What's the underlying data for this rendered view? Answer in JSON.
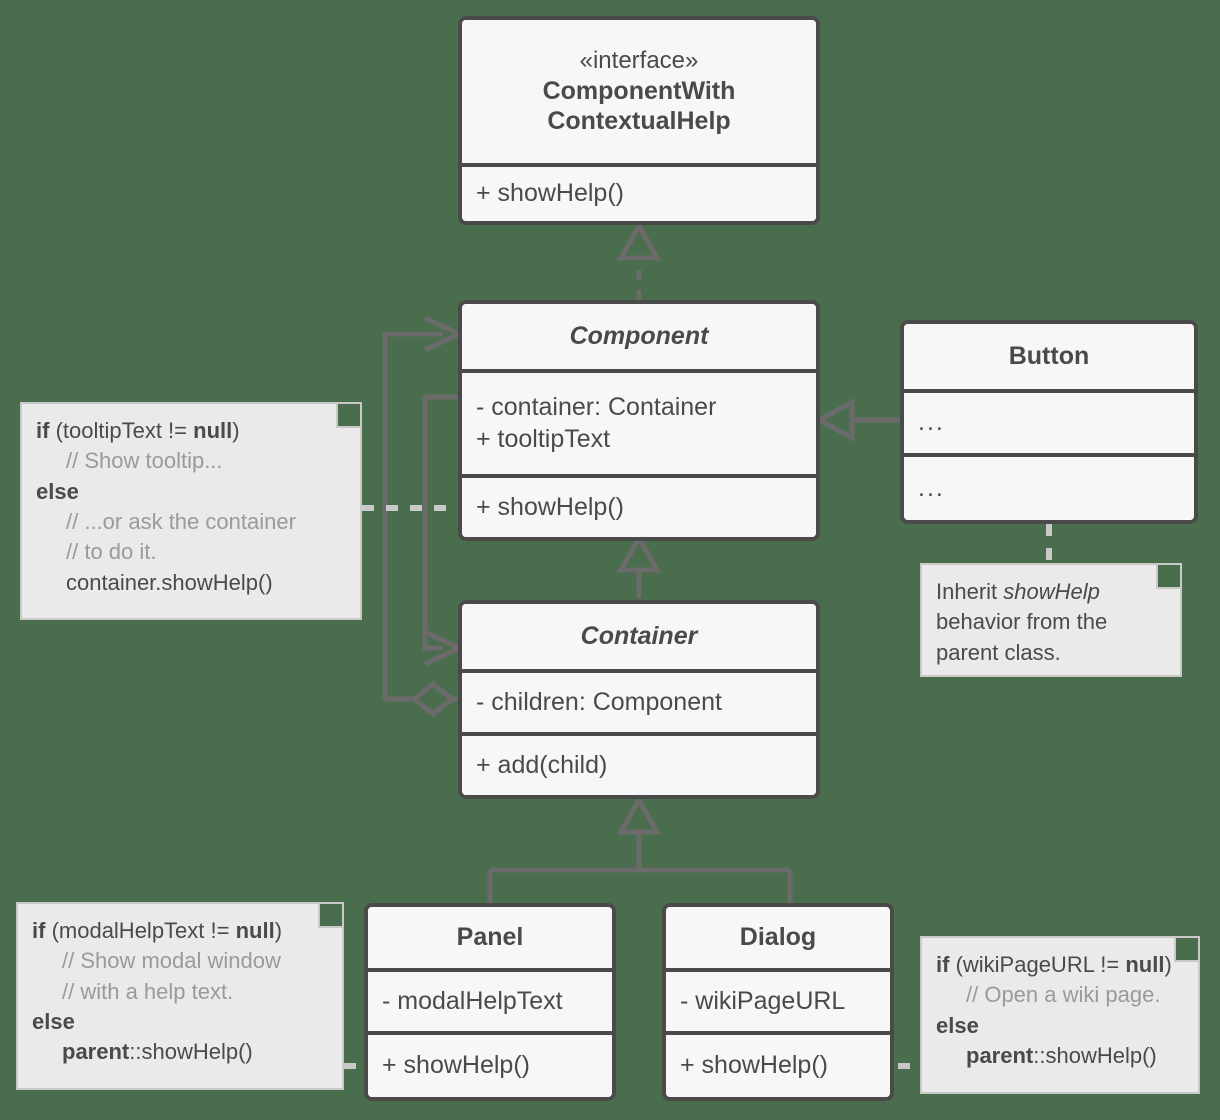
{
  "diagram": {
    "title": "Contextual Help UML class diagram",
    "background_color": "#4a6e4d",
    "class_border_color": "#4a4a4a",
    "class_fill_color": "#f7f7f7",
    "note_fill_color": "#eaeaea",
    "note_border_color": "#c9c9c9",
    "link_color": "#6b6b6b",
    "dashed_link_color": "#c9c9c9"
  },
  "classes": {
    "component_with_contextual_help": {
      "stereotype": "«interface»",
      "name_line1": "ComponentWith",
      "name_line2": "ContextualHelp",
      "operations": [
        "+ showHelp()"
      ]
    },
    "component": {
      "name": "Component",
      "attributes": [
        "- container: Container",
        "+ tooltipText"
      ],
      "operations": [
        "+ showHelp()"
      ]
    },
    "container": {
      "name": "Container",
      "attributes": [
        "- children: Component"
      ],
      "operations": [
        "+ add(child)"
      ]
    },
    "button": {
      "name": "Button",
      "attributes": [
        "..."
      ],
      "operations": [
        "..."
      ]
    },
    "panel": {
      "name": "Panel",
      "attributes": [
        "- modalHelpText"
      ],
      "operations": [
        "+ showHelp()"
      ]
    },
    "dialog": {
      "name": "Dialog",
      "attributes": [
        "- wikiPageURL"
      ],
      "operations": [
        "+ showHelp()"
      ]
    }
  },
  "notes": {
    "component_show_help": {
      "l1_kw": "if",
      "l1_rest": " (tooltipText != ",
      "l1_kw2": "null",
      "l1_end": ")",
      "l2": "// Show tooltip...",
      "l3_kw": "else",
      "l4": "// ...or ask the container",
      "l5": "// to do it.",
      "l6": "container.showHelp()"
    },
    "button_inherit": {
      "l1_a": "Inherit ",
      "l1_ital": "showHelp",
      "l2": "behavior from the",
      "l3": "parent class."
    },
    "panel_show_help": {
      "l1_kw": "if",
      "l1_rest": " (modalHelpText != ",
      "l1_kw2": "null",
      "l1_end": ")",
      "l2": "// Show modal window",
      "l3": "// with a help text.",
      "l4_kw": "else",
      "l5_kw": "parent",
      "l5_rest": "::showHelp()"
    },
    "dialog_show_help": {
      "l1_kw": "if",
      "l1_rest": " (wikiPageURL != ",
      "l1_kw2": "null",
      "l1_end": ")",
      "l2": "// Open a wiki page.",
      "l3_kw": "else",
      "l4_kw": "parent",
      "l4_rest": "::showHelp()"
    }
  },
  "relationships": [
    {
      "type": "realization",
      "from": "Component",
      "to": "ComponentWithContextualHelp",
      "style": "dashed",
      "arrow": "hollow-triangle"
    },
    {
      "type": "generalization",
      "from": "Container",
      "to": "Component",
      "style": "solid",
      "arrow": "hollow-triangle"
    },
    {
      "type": "generalization",
      "from": "Button",
      "to": "Component",
      "style": "solid",
      "arrow": "hollow-triangle"
    },
    {
      "type": "generalization",
      "from": "Panel",
      "to": "Container",
      "style": "solid",
      "arrow": "hollow-triangle"
    },
    {
      "type": "generalization",
      "from": "Dialog",
      "to": "Container",
      "style": "solid",
      "arrow": "hollow-triangle"
    },
    {
      "type": "association",
      "from": "Component",
      "to": "Container",
      "style": "solid",
      "arrow": "open"
    },
    {
      "type": "aggregation",
      "from": "Container",
      "to": "Component",
      "style": "solid",
      "arrow": "open-diamond"
    }
  ]
}
